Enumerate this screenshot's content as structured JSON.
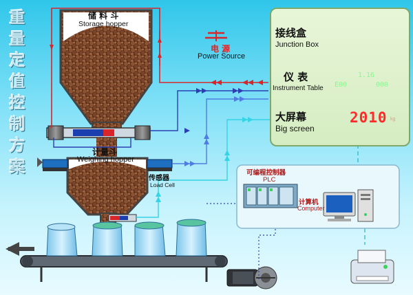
{
  "title_chars": [
    "重",
    "量",
    "定",
    "值",
    "控",
    "制",
    "方",
    "案"
  ],
  "storage_hopper": {
    "zh": "储 料 斗",
    "en": "Storage hopper"
  },
  "weighing_hopper": {
    "zh": "计量斗",
    "en": "Weighing hopper"
  },
  "load_cell": {
    "zh": "传感器",
    "en": "Load Cell"
  },
  "power_source": {
    "zh": "电 源",
    "en": "Power Source"
  },
  "junction_box": {
    "zh": "接线盒",
    "en": "Junction Box"
  },
  "instrument_table": {
    "zh": "仪 表",
    "en": "Instrument Table"
  },
  "big_screen": {
    "zh": "大屏幕",
    "en": "Big screen",
    "display": "2010",
    "unit": "kg"
  },
  "instrument_display": {
    "top": "1.16",
    "left": "E00",
    "right": "000"
  },
  "plc": {
    "zh": "可编程控制器",
    "en": "PLC"
  },
  "computer": {
    "zh": "计算机",
    "en": "Computer"
  },
  "colors": {
    "red_line": "#d8262a",
    "blue_line": "#2b3fb3",
    "light_blue_line": "#4f7ce0",
    "cyan_line": "#35d3e6",
    "granule": "#6b3a22",
    "hopper_frame": "#555555",
    "panel_bg": "#dcefca"
  }
}
